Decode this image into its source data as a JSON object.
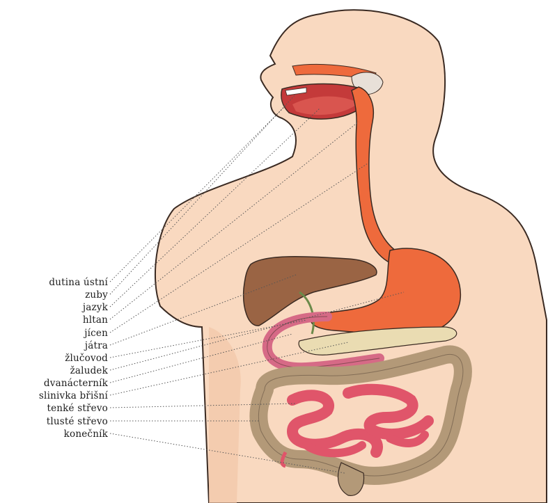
{
  "labels": [
    "dutina ústní",
    "zuby",
    "jazyk",
    "hltan",
    "jícen",
    "játra",
    "žlučovod",
    "žaludek",
    "dvanácterník",
    "slinivka břišní",
    "tenké střevo",
    "tlusté střevo",
    "konečník"
  ],
  "colors": {
    "skin": "#f9d9c0",
    "skin_outline": "#3a2a22",
    "esophagus": "#ee6a3c",
    "liver": "#9a6444",
    "duodenum": "#d66a86",
    "pancreas": "#eadcb2",
    "large_intestine": "#b39978",
    "small_intestine": "#e0556a"
  }
}
